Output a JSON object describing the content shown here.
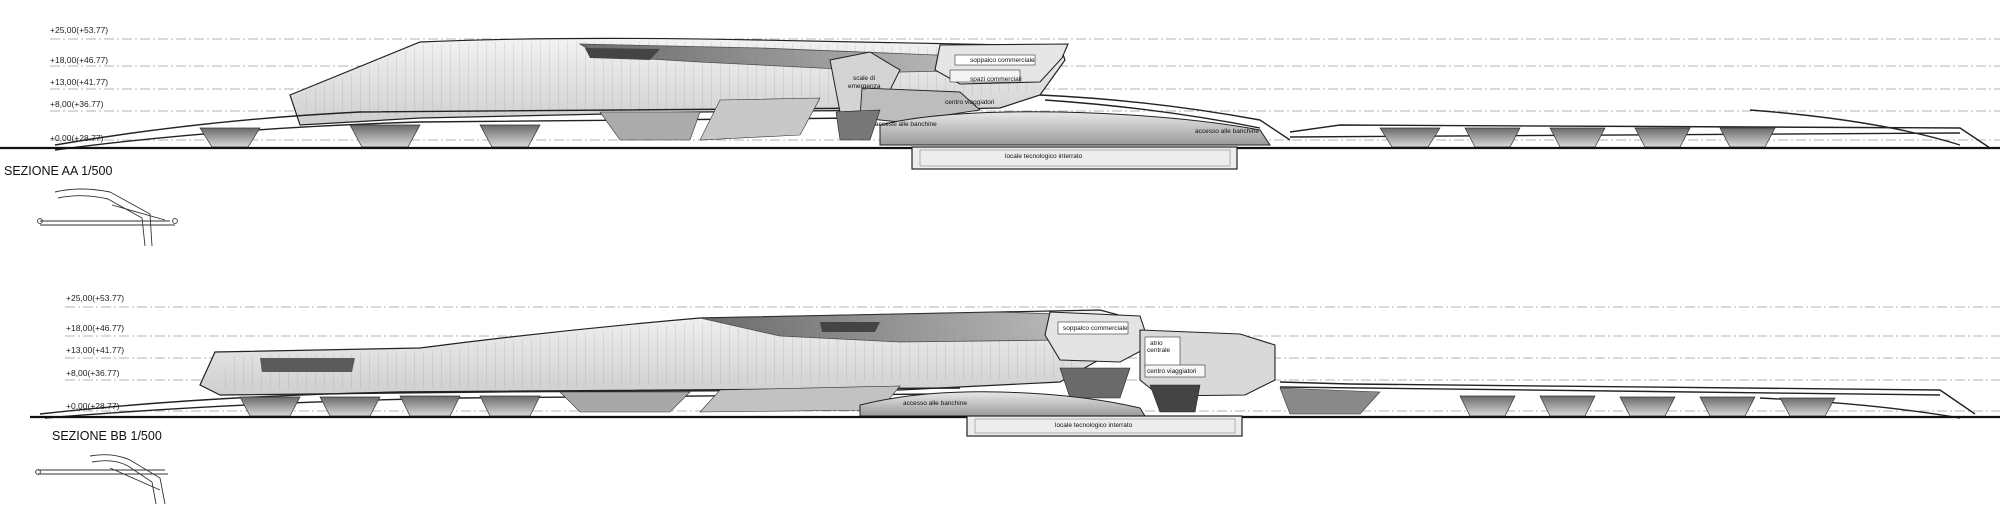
{
  "sections": [
    {
      "id": "aa",
      "title": "SEZIONE AA 1/500",
      "levels": [
        {
          "label": "+25,00(+53.77)"
        },
        {
          "label": "+18,00(+46.77)"
        },
        {
          "label": "+13,00(+41.77)"
        },
        {
          "label": "+8,00(+36.77)"
        },
        {
          "label": "+0,00(+28.77)"
        }
      ],
      "annotations": [
        {
          "text": "soppalco commerciale"
        },
        {
          "text": "spazi commerciali"
        },
        {
          "text": "scale di"
        },
        {
          "text": "emergenza"
        },
        {
          "text": "centro viaggiatori"
        },
        {
          "text": "accessi alle banchine"
        },
        {
          "text": "accesso alle banchine"
        },
        {
          "text": "locale tecnologico interrato"
        }
      ]
    },
    {
      "id": "bb",
      "title": "SEZIONE BB 1/500",
      "levels": [
        {
          "label": "+25,00(+53.77)"
        },
        {
          "label": "+18,00(+46.77)"
        },
        {
          "label": "+13,00(+41.77)"
        },
        {
          "label": "+8,00(+36.77)"
        },
        {
          "label": "+0,00(+28.77)"
        }
      ],
      "annotations": [
        {
          "text": "soppalco commerciale"
        },
        {
          "text": "atrio"
        },
        {
          "text": "centrale"
        },
        {
          "text": "centro viaggiatori"
        },
        {
          "text": "accesso alle banchine"
        },
        {
          "text": "locale tecnologico interrato"
        }
      ]
    }
  ]
}
